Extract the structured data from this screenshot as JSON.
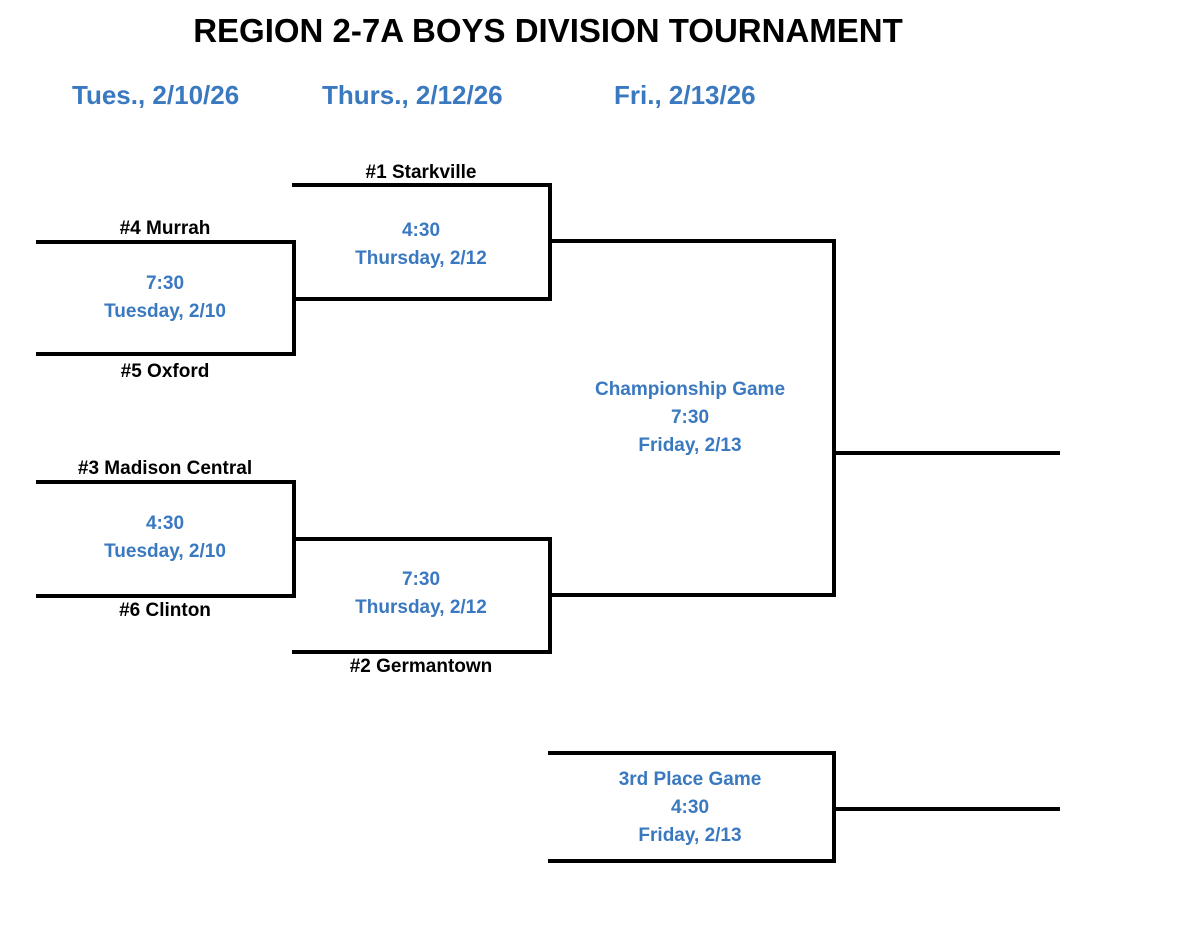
{
  "title": "REGION 2-7A BOYS DIVISION TOURNAMENT",
  "dates": [
    "Tues., 2/10/26",
    "Thurs., 2/12/26",
    "Fri., 2/13/26"
  ],
  "teams": {
    "seed1": "#1 Starkville",
    "seed2": "#2 Germantown",
    "seed3": "#3 Madison Central",
    "seed4": "#4 Murrah",
    "seed5": "#5 Oxford",
    "seed6": "#6 Clinton"
  },
  "games": {
    "r1_top": {
      "time": "7:30",
      "day": "Tuesday, 2/10"
    },
    "r1_bottom": {
      "time": "4:30",
      "day": "Tuesday, 2/10"
    },
    "semi_top": {
      "time": "4:30",
      "day": "Thursday, 2/12"
    },
    "semi_bottom": {
      "time": "7:30",
      "day": "Thursday, 2/12"
    },
    "championship": {
      "name": "Championship Game",
      "time": "7:30",
      "day": "Friday, 2/13"
    },
    "third_place": {
      "name": "3rd Place Game",
      "time": "4:30",
      "day": "Friday, 2/13"
    }
  }
}
